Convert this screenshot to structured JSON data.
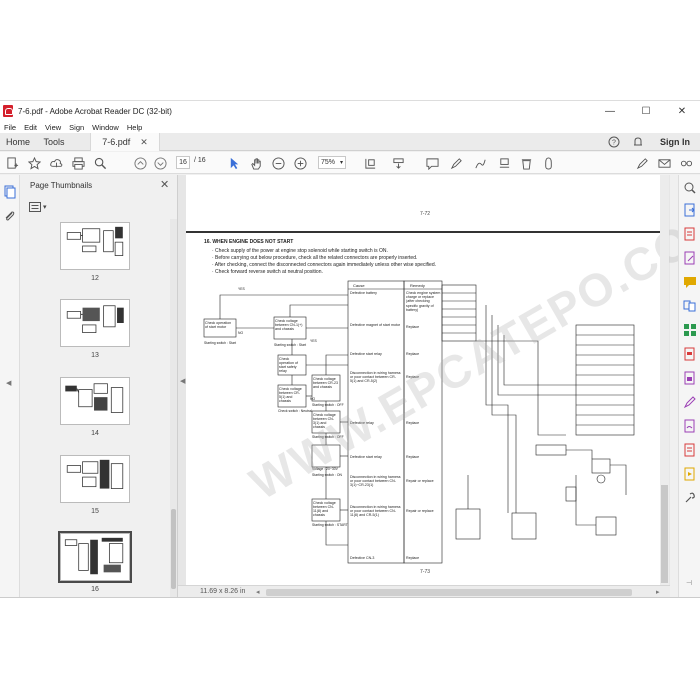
{
  "window": {
    "title": "7-6.pdf - Adobe Acrobat Reader DC (32-bit)",
    "controls": [
      "—",
      "☐",
      "✕"
    ]
  },
  "menu": [
    "File",
    "Edit",
    "View",
    "Sign",
    "Window",
    "Help"
  ],
  "tabs": {
    "home": "Home",
    "tools": "Tools",
    "document": "7-6.pdf",
    "sign_in": "Sign In"
  },
  "toolbar": {
    "current_page": "16",
    "total_pages": "/  16",
    "zoom": "75%"
  },
  "panel": {
    "title": "Page Thumbnails",
    "thumbnails": [
      {
        "label": "12"
      },
      {
        "label": "13"
      },
      {
        "label": "14"
      },
      {
        "label": "15"
      },
      {
        "label": "16"
      }
    ]
  },
  "document": {
    "page_header": "7-72",
    "page_footer": "7-73",
    "watermark": "WWW.EPCATEPO.COM",
    "section_title": "16. WHEN ENGINE DOES NOT START",
    "bullets": [
      "· Check supply of the power at engine stop solenoid while starting switch is ON.",
      "· Before carrying out below procedure, check all the related connectors are properly inserted.",
      "· After checking, connect the disconnected connectors again immediately unless other wise specified.",
      "· Check forward reverse switch at neutral position."
    ],
    "table_headers": [
      "Cause",
      "Remedy"
    ],
    "causes": [
      "Defective battery",
      "Defective magnet of start motor",
      "Defective start relay",
      "Disconnection in wiring harness or poor contact between CR-5(1) and CR-5(2)",
      "Defective relay",
      "Defective start relay",
      "Disconnection in wiring harness or poor contact between CN-3(1)~CR-23(1)",
      "Disconnection in wiring harness or poor contact between CN-11(8) and CR-5(1)",
      "Defective CN-3"
    ],
    "remedies": [
      "Check engine system charge or replace (after checking specific gravity of battery)",
      "Replace",
      "Replace",
      "Replace",
      "Replace",
      "Replace",
      "Repair or replace",
      "Repair or replace",
      "Replace"
    ],
    "checks": [
      "Check operation of start motor",
      "Check voltage between CN-1(+) and chassis",
      "Check operation of start safety relay",
      "Check voltage between CR-5(1) and chassis",
      "Check voltage between CR-23 and chassis",
      "Check voltage between CN-3(1) and chassis",
      "Check voltage between CN-11(8) and chassis"
    ],
    "notes": [
      "Starting switch : Start",
      "Check switch : Neutral",
      "Starting switch : OFF",
      "Voltage : 20~30V",
      "Starting switch : ON",
      "Starting switch : START"
    ],
    "yes": "YES",
    "no": "NO"
  },
  "status": {
    "dimensions": "11.69 x 8.26 in"
  },
  "colors": {
    "accent": "#d4202c",
    "panel_bg": "#f0f0f0",
    "rail_icon_blue": "#3a6fd8",
    "rail_icon_purple": "#9b3fb5",
    "rail_icon_red": "#d83a3a",
    "rail_icon_green": "#2c9a4f",
    "rail_icon_yellow": "#e0a800"
  }
}
